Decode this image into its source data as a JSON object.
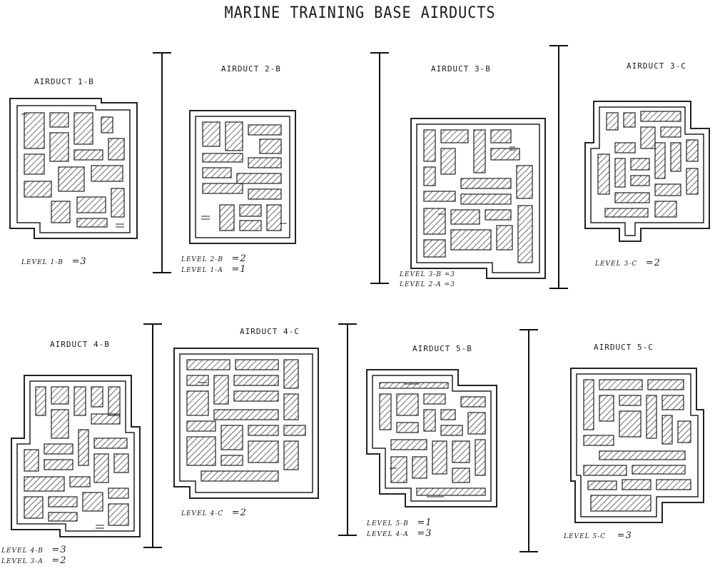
{
  "title": "MARINE TRAINING BASE AIRDUCTS",
  "airducts": [
    {
      "label": "AIRDUCT 1-B",
      "notes": [
        {
          "text": "LEVEL 1-B",
          "val": "=3"
        }
      ]
    },
    {
      "label": "AIRDUCT 2-B",
      "notes": [
        {
          "text": "LEVEL 2-B",
          "val": "=2"
        },
        {
          "text": "LEVEL 1-A",
          "val": "=1"
        }
      ]
    },
    {
      "label": "AIRDUCT 3-B",
      "notes": [
        {
          "text": "LEVEL 3-B",
          "val": "=3"
        },
        {
          "text": "LEVEL 2-A",
          "val": "=3"
        }
      ]
    },
    {
      "label": "AIRDUCT 3-C",
      "notes": [
        {
          "text": "LEVEL 3-C",
          "val": "=2"
        }
      ]
    },
    {
      "label": "AIRDUCT 4-B",
      "notes": [
        {
          "text": "LEVEL 4-B",
          "val": "=3"
        },
        {
          "text": "LEVEL 3-A",
          "val": "=2"
        }
      ]
    },
    {
      "label": "AIRDUCT 4-C",
      "notes": [
        {
          "text": "LEVEL 4-C",
          "val": "=2"
        }
      ]
    },
    {
      "label": "AIRDUCT 5-B",
      "notes": [
        {
          "text": "LEVEL 5-B",
          "val": "=1"
        },
        {
          "text": "LEVEL 4-A",
          "val": "=3"
        }
      ]
    },
    {
      "label": "AIRDUCT 5-C",
      "notes": [
        {
          "text": "LEVEL 5-C",
          "val": "=3"
        }
      ]
    }
  ]
}
